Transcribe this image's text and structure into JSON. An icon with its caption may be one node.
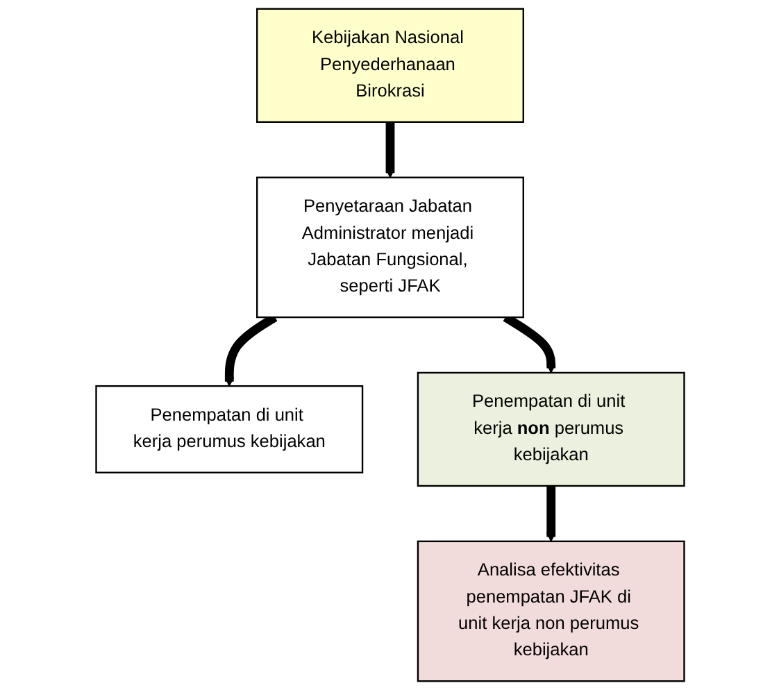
{
  "diagram": {
    "nodes": [
      {
        "text": [
          "Kebijakan Nasional Penyederhanaan Birokrasi"
        ]
      },
      {
        "text": [
          "Penyetaraan Jabatan Administrator menjadi Jabatan Fungsional, seperti JFAK"
        ]
      },
      {
        "text": [
          "Penempatan di unit kerja perumus kebijakan"
        ]
      },
      {
        "text": [
          "Penempatan di unit kerja **non** perumus kebijakan"
        ]
      },
      {
        "text": [
          "Analisa efektivitas penempatan JFAK di unit kerja non perumus kebijakan"
        ]
      }
    ],
    "edges": [
      {
        "from": 0,
        "to": 1,
        "arrow": "to"
      },
      {
        "from": 1,
        "to": 2,
        "arrow": "to"
      },
      {
        "from": 1,
        "to": 3,
        "arrow": "to"
      },
      {
        "from": 3,
        "to": 4,
        "arrow": "to"
      }
    ]
  }
}
